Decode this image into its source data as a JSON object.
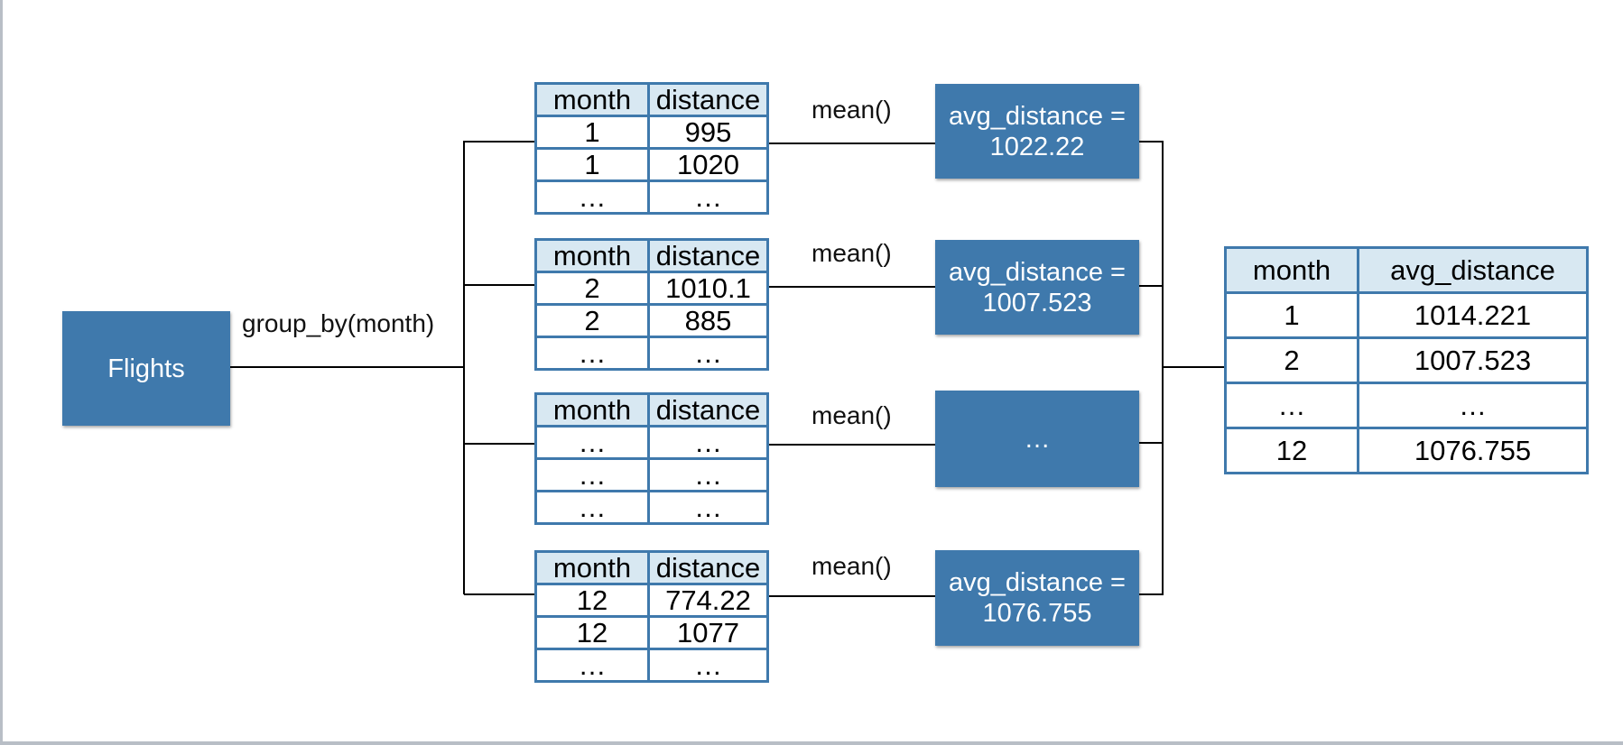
{
  "source": {
    "label": "Flights"
  },
  "split_label": "group_by(month)",
  "groups": [
    {
      "headers": [
        "month",
        "distance"
      ],
      "rows": [
        [
          "1",
          "995"
        ],
        [
          "1",
          "1020"
        ],
        [
          "…",
          "…"
        ]
      ],
      "func": "mean()",
      "result": "avg_distance =\n1022.22"
    },
    {
      "headers": [
        "month",
        "distance"
      ],
      "rows": [
        [
          "2",
          "1010.1"
        ],
        [
          "2",
          "885"
        ],
        [
          "…",
          "…"
        ]
      ],
      "func": "mean()",
      "result": "avg_distance =\n1007.523"
    },
    {
      "headers": [
        "month",
        "distance"
      ],
      "rows": [
        [
          "…",
          "…"
        ],
        [
          "…",
          "…"
        ],
        [
          "…",
          "…"
        ]
      ],
      "func": "mean()",
      "result": "…"
    },
    {
      "headers": [
        "month",
        "distance"
      ],
      "rows": [
        [
          "12",
          "774.22"
        ],
        [
          "12",
          "1077"
        ],
        [
          "…",
          "…"
        ]
      ],
      "func": "mean()",
      "result": "avg_distance =\n1076.755"
    }
  ],
  "output": {
    "headers": [
      "month",
      "avg_distance"
    ],
    "rows": [
      [
        "1",
        "1014.221"
      ],
      [
        "2",
        "1007.523"
      ],
      [
        "…",
        "…"
      ],
      [
        "12",
        "1076.755"
      ]
    ]
  },
  "colors": {
    "box": "#3f79ac",
    "header_fill": "#d8e8f2",
    "border": "#3f79ac",
    "line": "#000000"
  }
}
